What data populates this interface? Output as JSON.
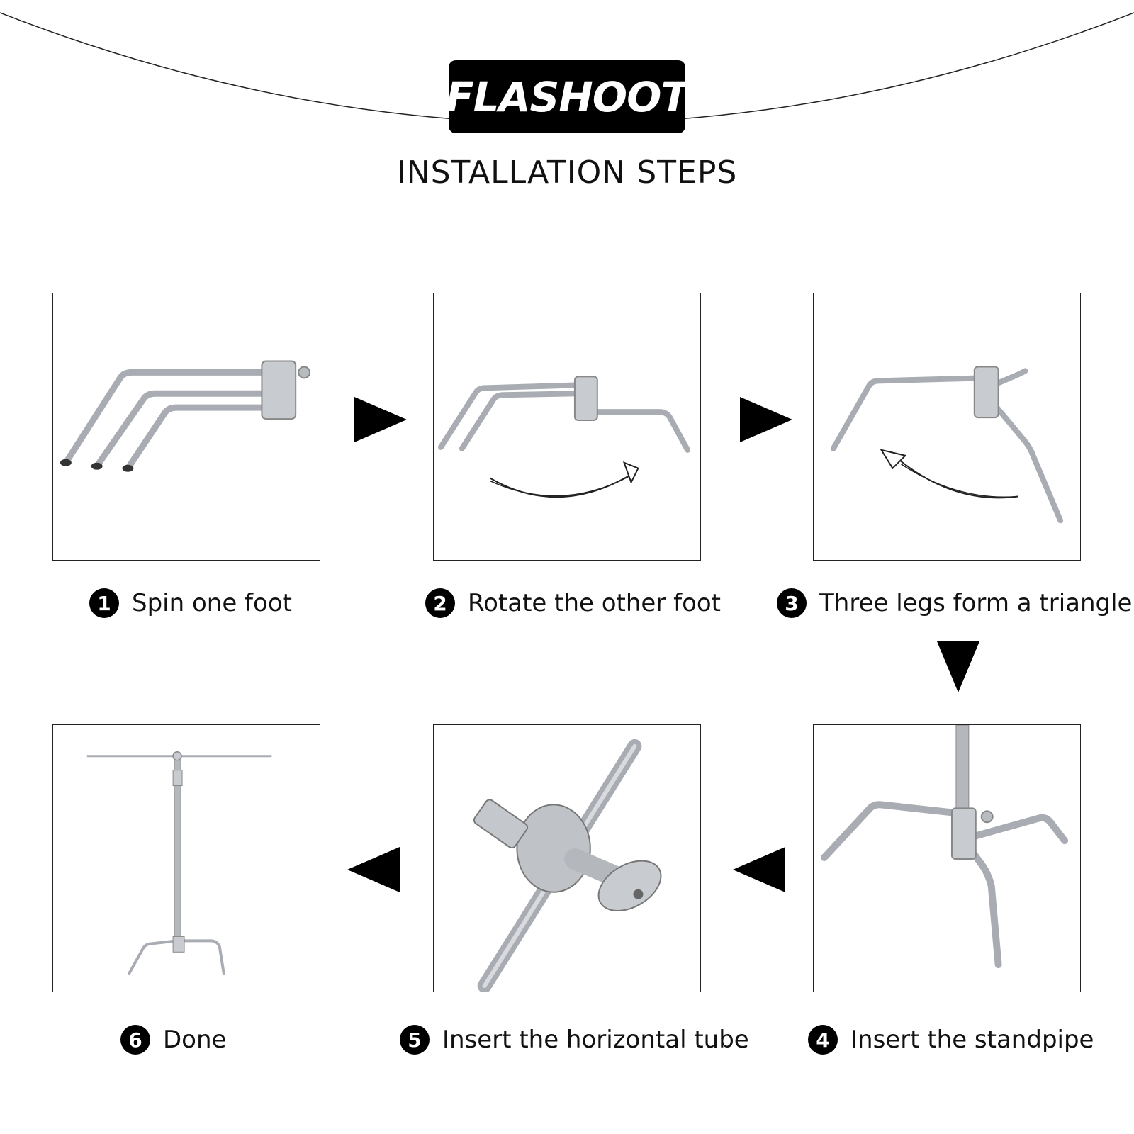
{
  "brand": {
    "logo_text": "FLASHOOT"
  },
  "heading": "INSTALLATION STEPS",
  "steps": [
    {
      "number": "1",
      "label": "Spin one foot"
    },
    {
      "number": "2",
      "label": "Rotate the other foot"
    },
    {
      "number": "3",
      "label": "Three legs form a triangle"
    },
    {
      "number": "4",
      "label": "Insert the standpipe"
    },
    {
      "number": "5",
      "label": "Insert the horizontal tube"
    },
    {
      "number": "6",
      "label": "Done"
    }
  ],
  "colors": {
    "frame": "#222222",
    "badge": "#000000",
    "metal": "#a9adb3",
    "arrow": "#000000"
  }
}
